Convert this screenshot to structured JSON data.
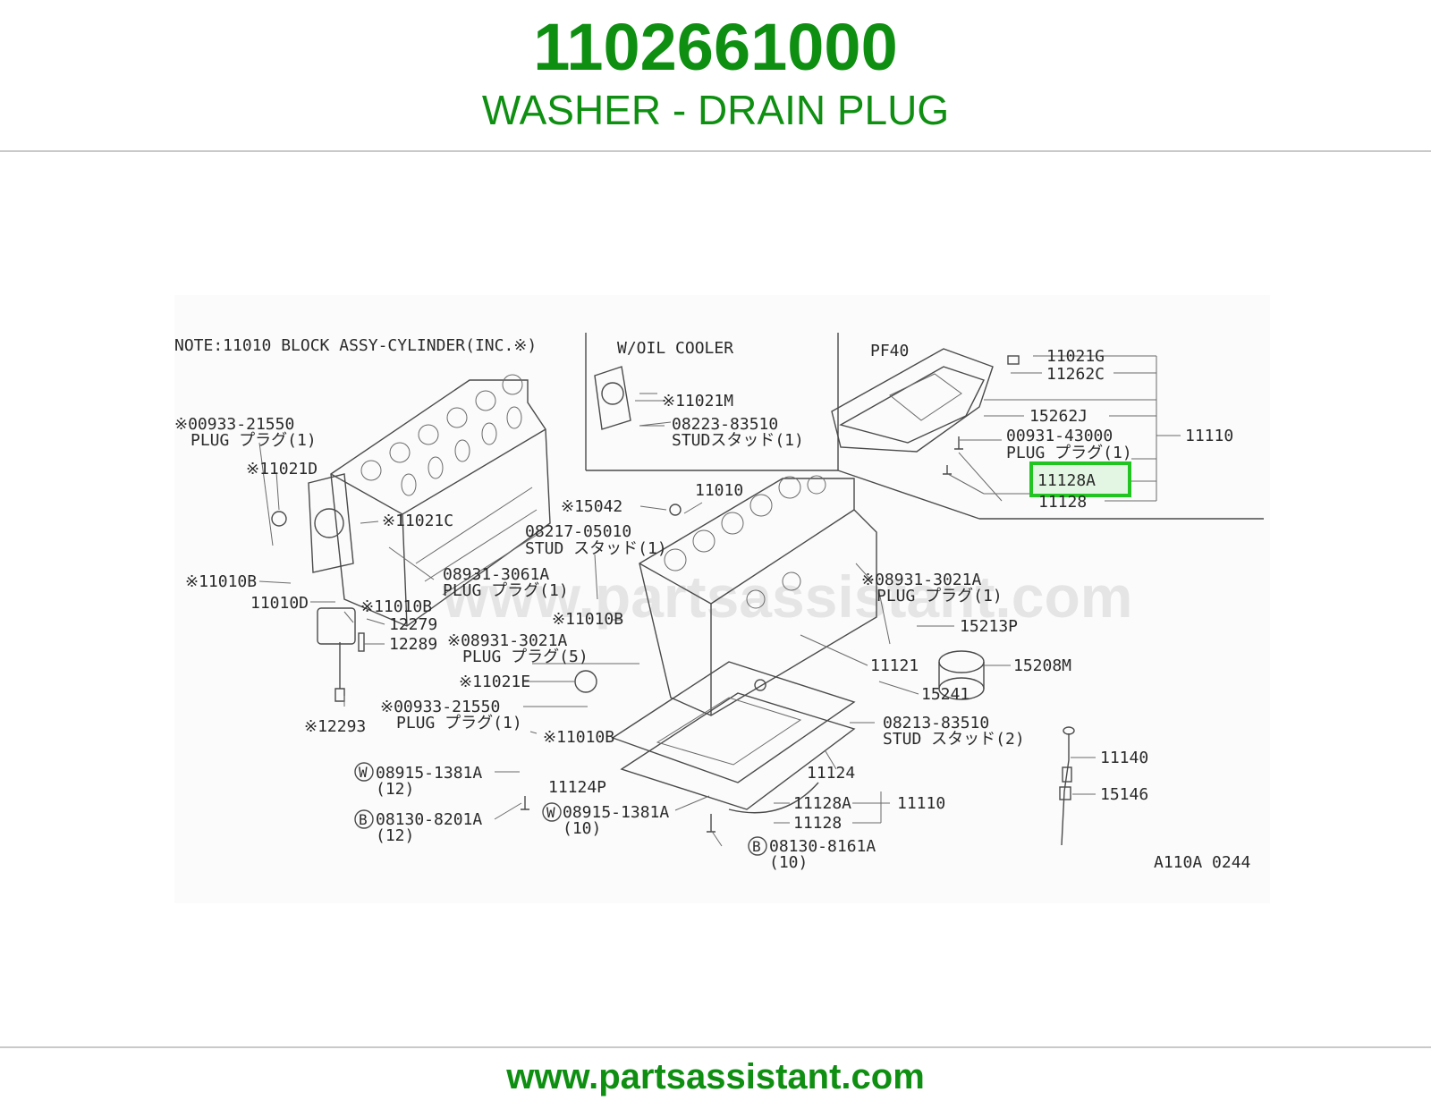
{
  "header": {
    "part_number": "1102661000",
    "description": "WASHER - DRAIN PLUG",
    "brand_color": "#0f8f12"
  },
  "footer": {
    "url": "www.partsassistant.com"
  },
  "diagram": {
    "watermark": "www.partsassistant.com",
    "note": "NOTE:11010 BLOCK ASSY-CYLINDER(INC.※)",
    "inset_oil_cooler_title": "W/OIL COOLER",
    "inset_pf40_title": "PF40",
    "drawing_code": "A110A 0244",
    "highlight_color": "#22c422",
    "highlighted_label": "11128A",
    "labels": {
      "l_00933_21550_a": "※00933-21550",
      "l_plug1_a": "PLUG プラグ(1)",
      "l_11021d": "※11021D",
      "l_11021c": "※11021C",
      "l_11010b_a": "※11010B",
      "l_11010d": "11010D",
      "l_11010b_b": "※11010B",
      "l_12279": "12279",
      "l_12289": "12289",
      "l_12293": "※12293",
      "l_08931_3061a": "08931-3061A",
      "l_plug1_b": "PLUG プラグ(1)",
      "l_11021m": "※11021M",
      "l_08223_83510": "08223-83510",
      "l_stud1_a": "STUDスタッド(1)",
      "l_15042": "※15042",
      "l_11010": "11010",
      "l_08217_05010": "08217-05010",
      "l_stud1_b": "STUD スタッド(1)",
      "l_11010b_c": "※11010B",
      "l_08931_3021a_a": "※08931-3021A",
      "l_plug5": "PLUG プラグ(5)",
      "l_11021e": "※11021E",
      "l_00933_21550_b": "※00933-21550",
      "l_plug1_c": "PLUG プラグ(1)",
      "l_11010b_d": "※11010B",
      "l_08915_1381a_a": "08915-1381A",
      "l_qty12_a": "(12)",
      "l_08130_8201a": "08130-8201A",
      "l_qty12_b": "(12)",
      "l_11124p": "11124P",
      "l_08915_1381a_b": "08915-1381A",
      "l_qty10_a": "(10)",
      "l_08130_8161a": "08130-8161A",
      "l_qty10_b": "(10)",
      "l_11128a_b": "11128A",
      "l_11128_b": "11128",
      "l_11110_b": "11110",
      "l_11124": "11124",
      "l_08213_83510": "08213-83510",
      "l_stud2": "STUD スタッド(2)",
      "l_15241": "15241",
      "l_11121": "11121",
      "l_15208m": "15208M",
      "l_15213p": "15213P",
      "l_08931_3021a_b": "※08931-3021A",
      "l_plug1_d": "PLUG プラグ(1)",
      "l_11140": "11140",
      "l_15146": "15146",
      "l_11021g": "11021G",
      "l_11262c": "11262C",
      "l_15262j": "15262J",
      "l_00931_43000": "00931-43000",
      "l_plug1_e": "PLUG プラグ(1)",
      "l_11110_a": "11110",
      "l_11128": "11128",
      "l_circ_w_a": "W",
      "l_circ_b_a": "B",
      "l_circ_w_b": "W",
      "l_circ_b_b": "B"
    }
  }
}
